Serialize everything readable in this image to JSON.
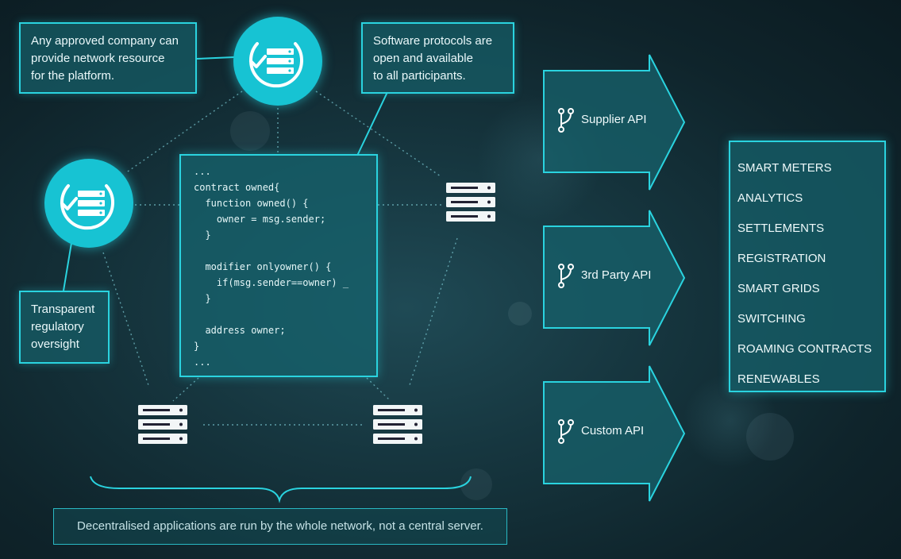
{
  "callouts": {
    "approved_company": [
      "Any approved company can",
      "provide network resource",
      "for the platform."
    ],
    "open_protocols": [
      "Software protocols are",
      "open and available",
      "to all participants."
    ],
    "regulatory": [
      "Transparent",
      "regulatory",
      "oversight"
    ]
  },
  "code_lines": [
    "...",
    "contract owned{",
    "  function owned() {",
    "    owner = msg.sender;",
    "  }",
    "",
    "  modifier onlyowner() {",
    "    if(msg.sender==owner) _",
    "  }",
    "",
    "  address owner;",
    "}",
    "..."
  ],
  "apis": [
    {
      "label": "Supplier API",
      "icon": "fork-icon"
    },
    {
      "label": "3rd Party API",
      "icon": "fork-icon"
    },
    {
      "label": "Custom API",
      "icon": "fork-icon"
    }
  ],
  "services": [
    "SMART METERS",
    "ANALYTICS",
    "SETTLEMENTS",
    "REGISTRATION",
    "SMART GRIDS",
    "SWITCHING",
    "ROAMING CONTRACTS",
    "RENEWABLES"
  ],
  "footer": "Decentralised applications are run by the whole network, not a central server.",
  "colors": {
    "accent": "#2ad3df",
    "node": "#17c3d3",
    "box": "#165f69"
  },
  "icons": {
    "node": "checklist-server-icon",
    "server": "server-stack-icon"
  }
}
